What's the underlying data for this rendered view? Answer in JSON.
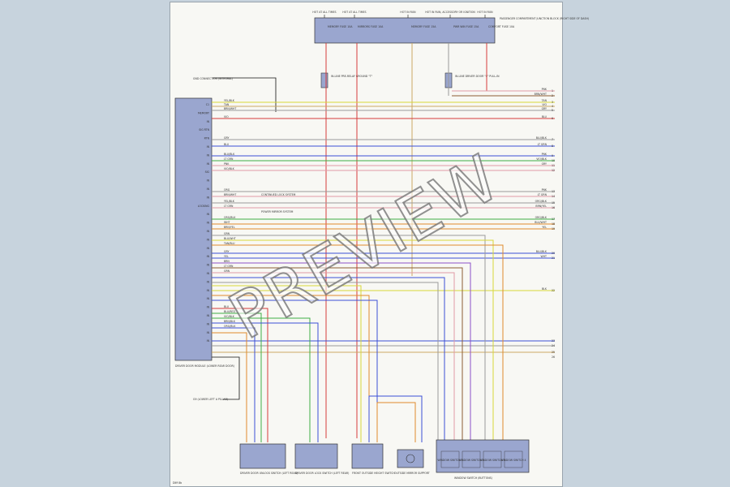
{
  "watermark": {
    "text": "PREVIEW"
  },
  "power": {
    "feeds": [
      {
        "label": "HOT AT ALL TIMES"
      },
      {
        "label": "HOT AT ALL TIMES"
      },
      {
        "label": "HOT IN RUN"
      },
      {
        "label": "HOT IN RUN, ACCESSORY OR IGNITION"
      },
      {
        "label": "HOT IN RUN"
      }
    ],
    "fuses": [
      {
        "label": "MEMORY FUSE 10A"
      },
      {
        "label": "MIRRORS FUSE 10A"
      },
      {
        "label": "MEMORY FUSE 15A"
      },
      {
        "label": "PWR WIN FUSE 15A"
      },
      {
        "label": "COMFORT FUSE 10A"
      }
    ],
    "box_label": "PASSENGER COMPARTMENT JUNCTION BLOCK (RIGHT SIDE OF DASH)"
  },
  "ground_top": {
    "label": "GND CONNECTION (INTEGRAL)"
  },
  "splices": [
    {
      "label": "IN-LINE PRE-RELAY GROUND \"T\""
    },
    {
      "label": "IN-LINE DRIVER DOOR \"S\" PULL-IN"
    }
  ],
  "wire_labels": {
    "left": [
      "YEL/BLK",
      "TAN",
      "BRN/WHT",
      "VIO",
      "GRY",
      "BLU",
      "BLU/BLK",
      "LT GRN",
      "PNK",
      "VIO/BLK",
      "ORG",
      "BRN/WHT",
      "YEL/BLK",
      "LT GRN",
      "ORG/BLK",
      "WHT",
      "BRN/YEL",
      "GRN",
      "BLU/WHT",
      "TAN/BLU",
      "GRY",
      "YEL",
      "BRN",
      "LT GRN",
      "GRN",
      "BLU",
      "BLU/RED",
      "VIO/BLK",
      "BRN/BLK",
      "ORG/BLK"
    ],
    "right": [
      "PNK",
      "BRN/WHT",
      "TAN",
      "VIO",
      "GRY",
      "BLU",
      "BLU/BLK",
      "LT GRN",
      "PNK",
      "VIO/BLK",
      "GRY",
      "PNK",
      "LT GRN",
      "ORG/BLK",
      "BRN/YEL",
      "ORG/BLK",
      "BLU/WHT",
      "YEL",
      "BLU/BLK",
      "WHT",
      "BLK"
    ]
  },
  "right_pins": [
    "1",
    "2",
    "3",
    "4",
    "5",
    "6",
    "7",
    "8",
    "9",
    "10",
    "11",
    "12",
    "13",
    "14",
    "15",
    "16",
    "17",
    "18",
    "19",
    "20",
    "21",
    "22",
    "23",
    "24",
    "25",
    "26"
  ],
  "module": {
    "label": "DRIVER DOOR MODULE (LOWER REAR DOOR)"
  },
  "module_pins": [
    "C1",
    "MEMORY",
    "IN",
    "SIG RTN",
    "RTN",
    "IN",
    "IN",
    "IN",
    "SIG",
    "IN",
    "IN",
    "IN",
    "LOCKING",
    "IN",
    "IN",
    "IN",
    "IN",
    "IN",
    "IN",
    "IN",
    "IN",
    "IN",
    "IN",
    "IN",
    "IN",
    "IN",
    "IN",
    "IN",
    "IN"
  ],
  "annotations": [
    {
      "label": "CONTINUED LOCK SYSTEM"
    },
    {
      "label": "POWER MIRROR SYSTEM"
    }
  ],
  "ground_bottom": {
    "label": "G9 (LOWER LEFT A PILLAR)"
  },
  "components": [
    {
      "label": "DRIVER DOOR UNLOCK SWITCH (LEFT REAR)"
    },
    {
      "label": "DRIVER DOOR LOCK SWITCH (LEFT REAR)"
    },
    {
      "label": "FRONT OUTSIDE HEIGHT SWITCH"
    },
    {
      "label": "OUTSIDE MIRROR SUPPORT"
    },
    {
      "label": "WINDOW SWITCH (BUTTONS)"
    }
  ],
  "window_switch_cells": [
    "WINDOW SWITCH 1",
    "WINDOW SWITCH 2",
    "WINDOW SWITCH 3",
    "WINDOW SWITCH 4"
  ],
  "page_id": "DIM 8b",
  "colors": {
    "background": "#c7d3dd",
    "sheet": "#f8f8f4",
    "box_fill": "#9aa6cf",
    "red": "#d63b3b",
    "blue": "#3b4fd6",
    "yellow": "#d8d838",
    "green": "#3fae46",
    "tan": "#cda863",
    "gray": "#9a9a9a",
    "orange": "#e08a2c",
    "pink": "#e09aa6",
    "brown": "#8d5b33",
    "violet": "#8d4fc8"
  }
}
